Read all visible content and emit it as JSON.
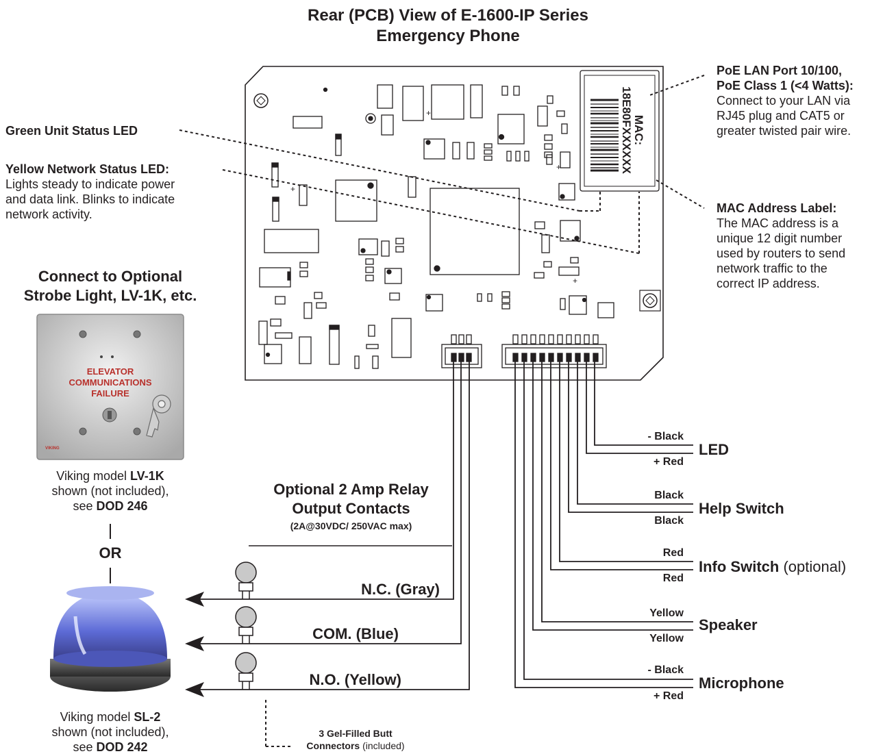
{
  "title": {
    "line1": "Rear (PCB) View of E-1600-IP Series",
    "line2": "Emergency Phone"
  },
  "callouts": {
    "green_led": {
      "label": "Green Unit Status LED"
    },
    "yellow_led": {
      "label": "Yellow Network Status LED:",
      "desc_lines": [
        "Lights steady to indicate power",
        "and data link. Blinks to indicate",
        "network activity."
      ]
    },
    "poe": {
      "label_lines": [
        "PoE LAN Port 10/100,",
        "PoE Class 1 (<4 Watts):"
      ],
      "desc_lines": [
        "Connect to your LAN via",
        "RJ45 plug and CAT5 or",
        "greater twisted pair wire."
      ]
    },
    "mac": {
      "label": "MAC Address Label:",
      "desc_lines": [
        "The MAC address is a",
        "unique 12 digit number",
        "used by routers to send",
        "network traffic to the",
        "correct IP address."
      ],
      "sticker_line1": "MAC:",
      "sticker_line2": "18E80FXXXXXX"
    }
  },
  "strobe": {
    "heading_lines": [
      "Connect to Optional",
      "Strobe Light, LV-1K, etc."
    ],
    "plate_text": [
      "ELEVATOR",
      "COMMUNICATIONS",
      "FAILURE"
    ],
    "plate_brand": "VIKING",
    "caption": {
      "prefix": "Viking model ",
      "model": "LV-1K",
      "line2": "shown (not included),",
      "see": "see ",
      "dod": "DOD 246"
    },
    "or": "OR"
  },
  "beacon": {
    "caption": {
      "prefix": "Viking model ",
      "model": "SL-2",
      "line2": "shown (not included),",
      "see": "see ",
      "dod": "DOD 242"
    }
  },
  "relay": {
    "heading_lines": [
      "Optional 2 Amp Relay",
      "Output Contacts"
    ],
    "sub": "(2A@30VDC/ 250VAC max)",
    "wires": [
      "N.C. (Gray)",
      "COM. (Blue)",
      "N.O. (Yellow)"
    ],
    "connectors": {
      "bold": "3 Gel-Filled Butt",
      "bold2": "Connectors",
      "rest": " (included)"
    }
  },
  "groups": [
    {
      "name": "LED",
      "top": "- Black",
      "bottom": "+ Red",
      "extra": ""
    },
    {
      "name": "Help Switch",
      "top": "Black",
      "bottom": "Black",
      "extra": ""
    },
    {
      "name": "Info Switch",
      "top": "Red",
      "bottom": "Red",
      "extra": " (optional)"
    },
    {
      "name": "Speaker",
      "top": "Yellow",
      "bottom": "Yellow",
      "extra": ""
    },
    {
      "name": "Microphone",
      "top": "- Black",
      "bottom": "+ Red",
      "extra": ""
    }
  ]
}
